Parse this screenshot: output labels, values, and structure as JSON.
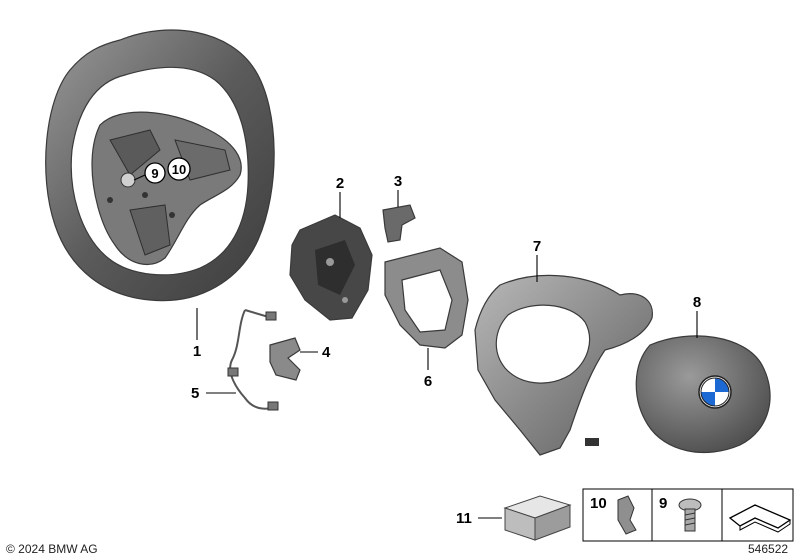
{
  "callouts": {
    "c1": "1",
    "c2": "2",
    "c3": "3",
    "c4": "4",
    "c5": "5",
    "c6": "6",
    "c7": "7",
    "c8": "8",
    "c9": "9",
    "c10": "10"
  },
  "wheel_callouts": {
    "w9": "9",
    "w10": "10"
  },
  "legend": {
    "item11": "11",
    "item10": "10",
    "item9": "9"
  },
  "footer": {
    "copyright": "© 2024 BMW AG",
    "diagram_id": "546522"
  },
  "colors": {
    "part_dark": "#4a4a4a",
    "part_mid": "#8a8a8a",
    "part_light": "#c9c9c9",
    "leader": "#000000",
    "bmw_blue": "#1c69d4"
  }
}
